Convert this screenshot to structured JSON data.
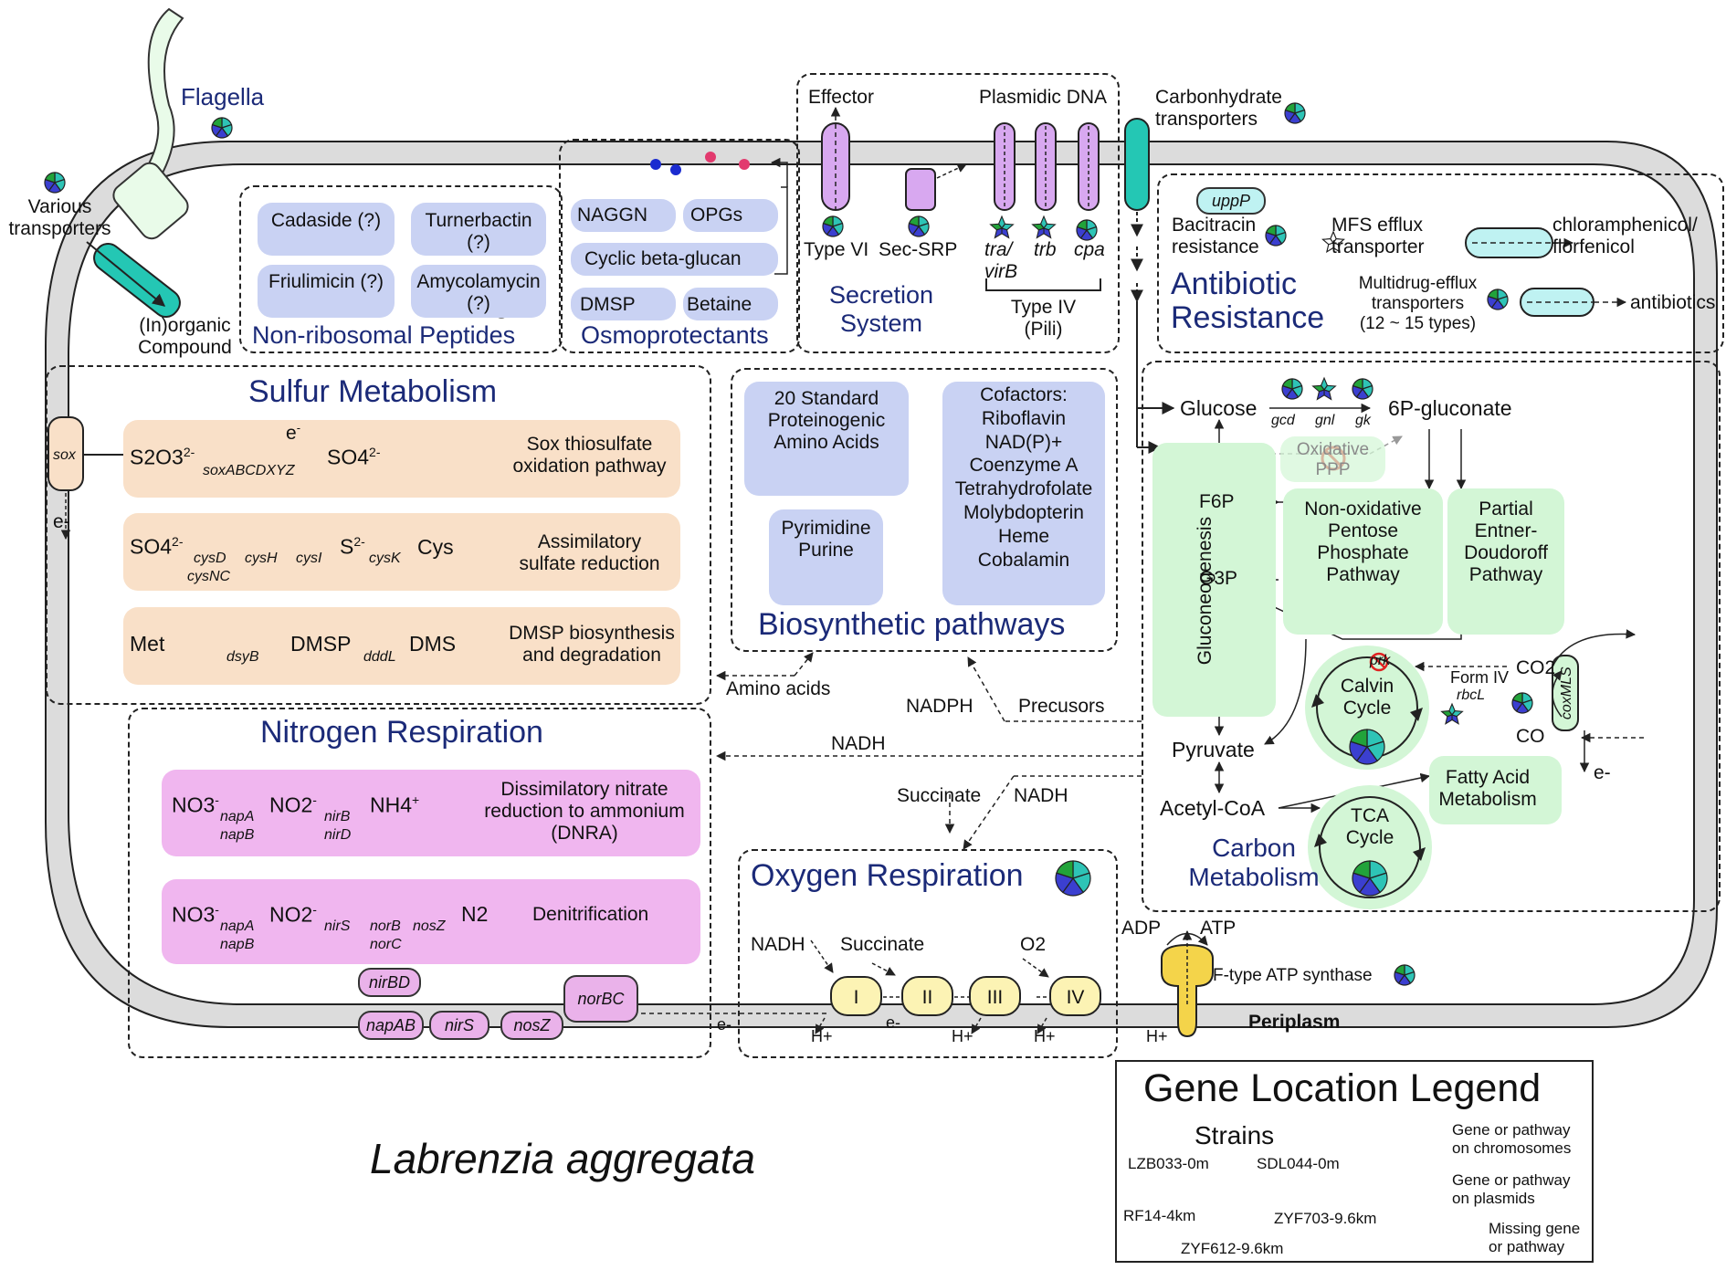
{
  "colors": {
    "membrane": "#dcdcdc",
    "blue_box": "#c9d2f3",
    "orange_box": "#f9e0c8",
    "pink_box": "#f0b6ef",
    "green_box": "#d3f6d6",
    "navy_title": "#1b2a78",
    "chromosome_teal": "#2ec4b6",
    "chromosome_green": "#22a33a",
    "chromosome_blue": "#3b3fd0",
    "transporter": "#24c7b4",
    "secretion": "#d8a8f0",
    "atp_synthase": "#f4d44a"
  },
  "top": {
    "flagella": "Flagella",
    "various_transporters": "Various\ntransporters",
    "inorganic_compound": "(In)organic\nCompound",
    "carbohydrate_transporters": "Carbonhydrate\ntransporters"
  },
  "nrp": {
    "title": "Non-ribosomal Peptides",
    "items": [
      "Cadaside (?)",
      "Turnerbactin\n(?)",
      "Friulimicin (?)",
      "Amycolamycin\n(?)"
    ]
  },
  "osmo": {
    "title": "Osmoprotectants",
    "items": [
      "NAGGN",
      "OPGs",
      "Cyclic beta-glucan",
      "DMSP",
      "Betaine"
    ]
  },
  "secretion": {
    "title": "Secretion\nSystem",
    "effector": "Effector",
    "plasmidic_dna": "Plasmidic DNA",
    "type_vi": "Type VI",
    "sec_srp": "Sec-SRP",
    "tra_virb": "tra/\nvirB",
    "trb": "trb",
    "cpa": "cpa",
    "type_iv": "Type IV\n(Pili)"
  },
  "antibiotic": {
    "title": "Antibiotic\nResistance",
    "uppp": "uppP",
    "bacitracin": "Bacitracin\nresistance",
    "mfs": "MFS efflux\ntransporter",
    "chloramphenicol": "chloramphenicol/\nflorfenicol",
    "multidrug": "Multidrug-efflux\ntransporters\n(12 ~ 15 types)",
    "antibiotics": "antibiotics"
  },
  "sulfur": {
    "title": "Sulfur Metabolism",
    "sox": "sox",
    "e_minus": "e-",
    "row1": {
      "s2o3": "S2O3",
      "s2o3_sup": "2-",
      "e": "e",
      "e_sup": "-",
      "so4": "SO4",
      "so4_sup": "2-",
      "genes": "soxABCDXYZ",
      "label": "Sox thiosulfate\noxidation pathway"
    },
    "row2": {
      "so4": "SO4",
      "so4_sup": "2-",
      "s2": "S",
      "s2_sup": "2-",
      "cys": "Cys",
      "genes": [
        "cysD",
        "cysH",
        "cysI",
        "cysK",
        "cysNC"
      ],
      "label": "Assimilatory\nsulfate reduction"
    },
    "row3": {
      "met": "Met",
      "dmsp": "DMSP",
      "dms": "DMS",
      "genes": [
        "dsyB",
        "dddL"
      ],
      "label": "DMSP biosynthesis\nand degradation"
    }
  },
  "biosynthetic": {
    "title": "Biosynthetic pathways",
    "amino_acids": "20 Standard\nProteinogenic\nAmino Acids",
    "pyrimidine": "Pyrimidine\nPurine",
    "cofactors": "Cofactors:\nRiboflavin\nNAD(P)+\nCoenzyme A\nTetrahydrofolate\nMolybdopterin\nHeme\nCobalamin"
  },
  "flows": {
    "amino_acids": "Amino acids",
    "nadph": "NADPH",
    "precursors": "Precusors",
    "nadh": "NADH",
    "succinate": "Succinate",
    "nadh2": "NADH"
  },
  "nitrogen": {
    "title": "Nitrogen Respiration",
    "dnra": {
      "no3": "NO3",
      "no3_sup": "-",
      "no2": "NO2",
      "no2_sup": "-",
      "nh4": "NH4",
      "nh4_sup": "+",
      "genes": [
        "napA",
        "napB",
        "nirB",
        "nirD"
      ],
      "label": "Dissimilatory nitrate\nreduction to ammonium\n(DNRA)"
    },
    "denit": {
      "no3": "NO3",
      "no3_sup": "-",
      "no2": "NO2",
      "no2_sup": "-",
      "n2": "N2",
      "genes": [
        "napA",
        "napB",
        "nirS",
        "norB",
        "norC",
        "nosZ"
      ],
      "label": "Denitrification"
    },
    "pills": [
      "nirBD",
      "napAB",
      "nirS",
      "nosZ",
      "norBC"
    ]
  },
  "oxygen": {
    "title": "Oxygen Respiration",
    "nadh": "NADH",
    "succinate": "Succinate",
    "o2": "O2",
    "complexes": [
      "I",
      "II",
      "III",
      "IV"
    ],
    "h_plus": "H+",
    "e_minus": "e-"
  },
  "atp": {
    "adp": "ADP",
    "atp": "ATP",
    "label": "F-type ATP synthase",
    "h_plus": "H+",
    "periplasm": "Periplasm"
  },
  "carbon": {
    "title": "Carbon\nMetabolism",
    "glucose": "Glucose",
    "genes": [
      "gcd",
      "gnl",
      "gk"
    ],
    "six_p_gluconate": "6P-gluconate",
    "oxidative_ppp": "Oxidative\nPPP",
    "f6p": "F6P",
    "g3p": "G3P",
    "gluconeogenesis": "Gluconeogenesis",
    "non_ox_ppp": "Non-oxidative\nPentose\nPhosphate\nPathway",
    "ed": "Partial\nEntner-\nDoudoroff\nPathway",
    "prk": "prk",
    "calvin": "Calvin\nCycle",
    "form_iv": "Form IV",
    "rbcl": "rbcL",
    "co2": "CO2",
    "co": "CO",
    "coxmls": "coxMLS",
    "e_minus": "e-",
    "pyruvate": "Pyruvate",
    "acetyl_coa": "Acetyl-CoA",
    "fatty_acid": "Fatty Acid\nMetabolism",
    "tca": "TCA\nCycle"
  },
  "species": "Labrenzia aggregata",
  "legend": {
    "title": "Gene Location Legend",
    "strains_title": "Strains",
    "strains": [
      "LZB033-0m",
      "SDL044-0m",
      "RF14-4km",
      "ZYF703-9.6km",
      "ZYF612-9.6km"
    ],
    "chromosome": "Gene or pathway\non chromosomes",
    "plasmid": "Gene or pathway\non plasmids",
    "missing": "Missing gene\nor pathway"
  }
}
